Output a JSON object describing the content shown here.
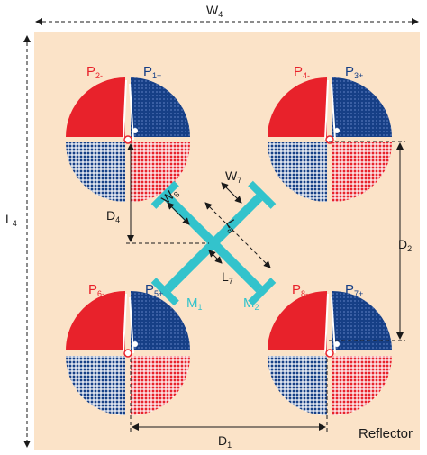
{
  "colors": {
    "reflector": "#fbe3c8",
    "red": "#e8222b",
    "blue": "#163f86",
    "cyan": "#33c3cc",
    "dim": "#1a1a1a"
  },
  "dimensions": {
    "w4": "W",
    "w4_sub": "4",
    "l4": "L",
    "l4_sub": "4",
    "d1": "D",
    "d1_sub": "1",
    "d2": "D",
    "d2_sub": "2",
    "d4": "D",
    "d4_sub": "4",
    "w7": "W",
    "w7_sub": "7",
    "w8": "W",
    "w8_sub": "8",
    "l7": "L",
    "l7_sub": "7",
    "l8": "L",
    "l8_sub": "8"
  },
  "ports": {
    "p2": "P",
    "p2_sub": "2-",
    "p1": "P",
    "p1_sub": "1+",
    "p4": "P",
    "p4_sub": "4-",
    "p3": "P",
    "p3_sub": "3+",
    "p6": "P",
    "p6_sub": "6-",
    "p5": "P",
    "p5_sub": "5+",
    "p8": "P",
    "p8_sub": "8-",
    "p7": "P",
    "p7_sub": "7+"
  },
  "matching": {
    "m1": "M",
    "m1_sub": "1",
    "m2": "M",
    "m2_sub": "2"
  },
  "reflector_label": "Reflector"
}
